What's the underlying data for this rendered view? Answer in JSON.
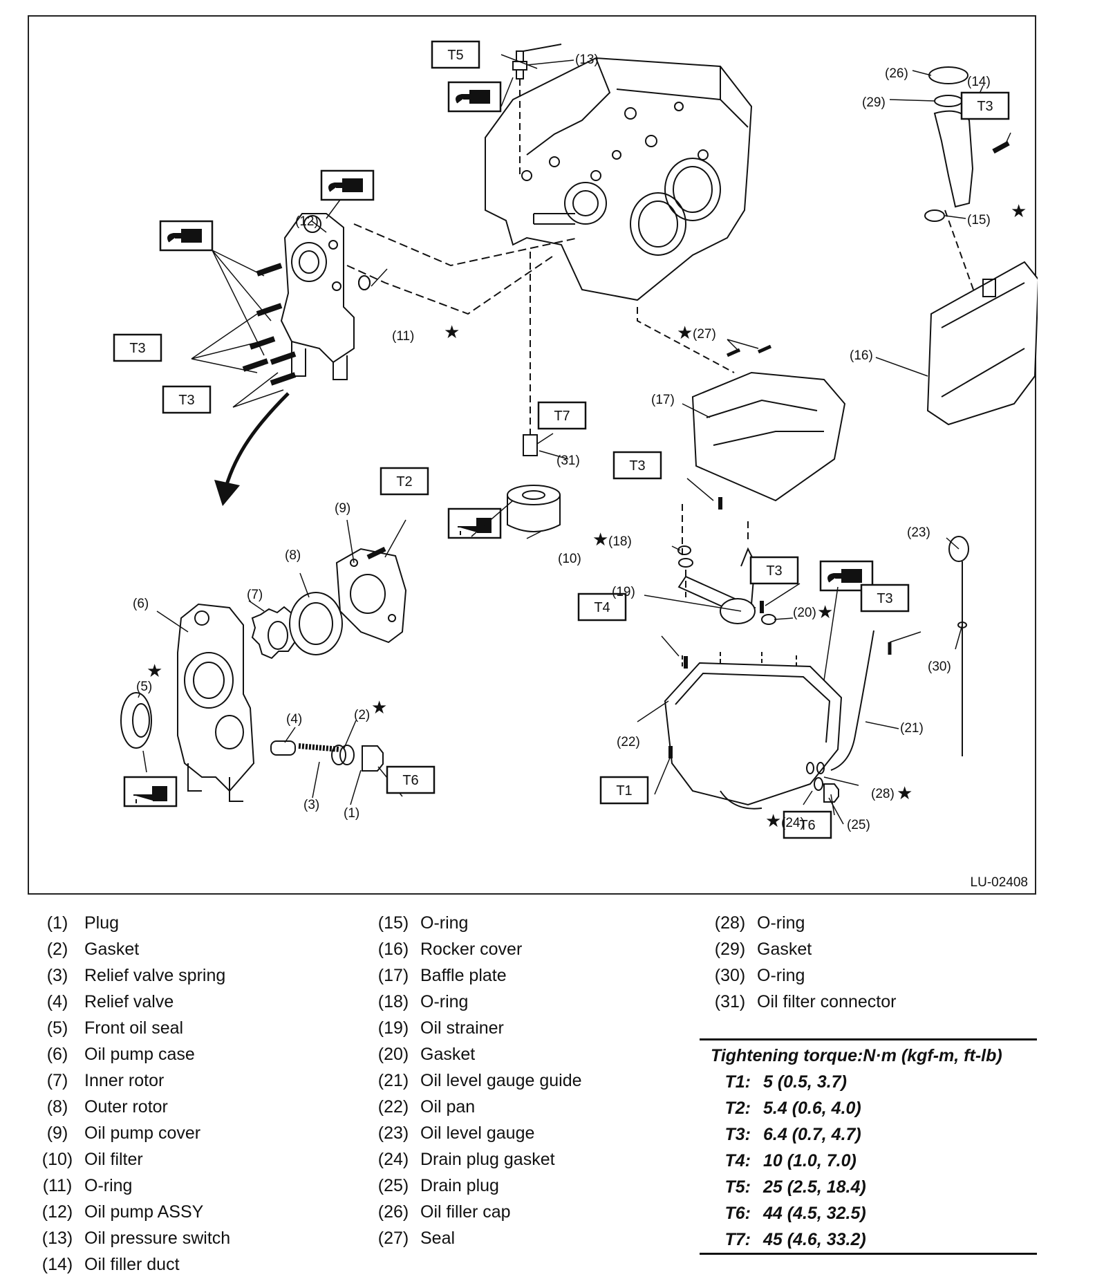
{
  "figure_code": "LU-02408",
  "callouts": {
    "c1": "(1)",
    "c2": "(2)",
    "c3": "(3)",
    "c4": "(4)",
    "c5": "(5)",
    "c6": "(6)",
    "c7": "(7)",
    "c8": "(8)",
    "c9": "(9)",
    "c10": "(10)",
    "c11": "(11)",
    "c12": "(12)",
    "c13": "(13)",
    "c14": "(14)",
    "c15": "(15)",
    "c16": "(16)",
    "c17": "(17)",
    "c18": "(18)",
    "c19": "(19)",
    "c20": "(20)",
    "c21": "(21)",
    "c22": "(22)",
    "c23": "(23)",
    "c24": "(24)",
    "c25": "(25)",
    "c26": "(26)",
    "c27": "(27)",
    "c28": "(28)",
    "c29": "(29)",
    "c30": "(30)",
    "c31": "(31)"
  },
  "torque_tags": {
    "t1": "T1",
    "t2": "T2",
    "t3": "T3",
    "t4": "T4",
    "t5": "T5",
    "t6": "T6",
    "t7": "T7"
  },
  "star_symbol": "★",
  "legend": {
    "col1": [
      {
        "num": "(1)",
        "label": "Plug"
      },
      {
        "num": "(2)",
        "label": "Gasket"
      },
      {
        "num": "(3)",
        "label": "Relief valve spring"
      },
      {
        "num": "(4)",
        "label": "Relief valve"
      },
      {
        "num": "(5)",
        "label": "Front oil seal"
      },
      {
        "num": "(6)",
        "label": "Oil pump case"
      },
      {
        "num": "(7)",
        "label": "Inner rotor"
      },
      {
        "num": "(8)",
        "label": "Outer rotor"
      },
      {
        "num": "(9)",
        "label": "Oil pump cover"
      },
      {
        "num": "(10)",
        "label": "Oil filter"
      },
      {
        "num": "(11)",
        "label": "O-ring"
      },
      {
        "num": "(12)",
        "label": "Oil pump ASSY"
      },
      {
        "num": "(13)",
        "label": "Oil pressure switch"
      },
      {
        "num": "(14)",
        "label": "Oil filler duct"
      }
    ],
    "col2": [
      {
        "num": "(15)",
        "label": "O-ring"
      },
      {
        "num": "(16)",
        "label": "Rocker cover"
      },
      {
        "num": "(17)",
        "label": "Baffle plate"
      },
      {
        "num": "(18)",
        "label": "O-ring"
      },
      {
        "num": "(19)",
        "label": "Oil strainer"
      },
      {
        "num": "(20)",
        "label": "Gasket"
      },
      {
        "num": "(21)",
        "label": "Oil level gauge guide"
      },
      {
        "num": "(22)",
        "label": "Oil pan"
      },
      {
        "num": "(23)",
        "label": "Oil level gauge"
      },
      {
        "num": "(24)",
        "label": "Drain plug gasket"
      },
      {
        "num": "(25)",
        "label": "Drain plug"
      },
      {
        "num": "(26)",
        "label": "Oil filler cap"
      },
      {
        "num": "(27)",
        "label": "Seal"
      }
    ],
    "col3": [
      {
        "num": "(28)",
        "label": "O-ring"
      },
      {
        "num": "(29)",
        "label": "Gasket"
      },
      {
        "num": "(30)",
        "label": "O-ring"
      },
      {
        "num": "(31)",
        "label": "Oil filter connector"
      }
    ]
  },
  "torque": {
    "title": "Tightening torque:N·m (kgf-m, ft-lb)",
    "rows": [
      {
        "code": "T1:",
        "value": "5 (0.5, 3.7)"
      },
      {
        "code": "T2:",
        "value": "5.4 (0.6, 4.0)"
      },
      {
        "code": "T3:",
        "value": "6.4 (0.7, 4.7)"
      },
      {
        "code": "T4:",
        "value": "10 (1.0, 7.0)"
      },
      {
        "code": "T5:",
        "value": "25 (2.5, 18.4)"
      },
      {
        "code": "T6:",
        "value": "44 (4.5, 32.5)"
      },
      {
        "code": "T7:",
        "value": "45 (4.6, 33.2)"
      }
    ]
  }
}
